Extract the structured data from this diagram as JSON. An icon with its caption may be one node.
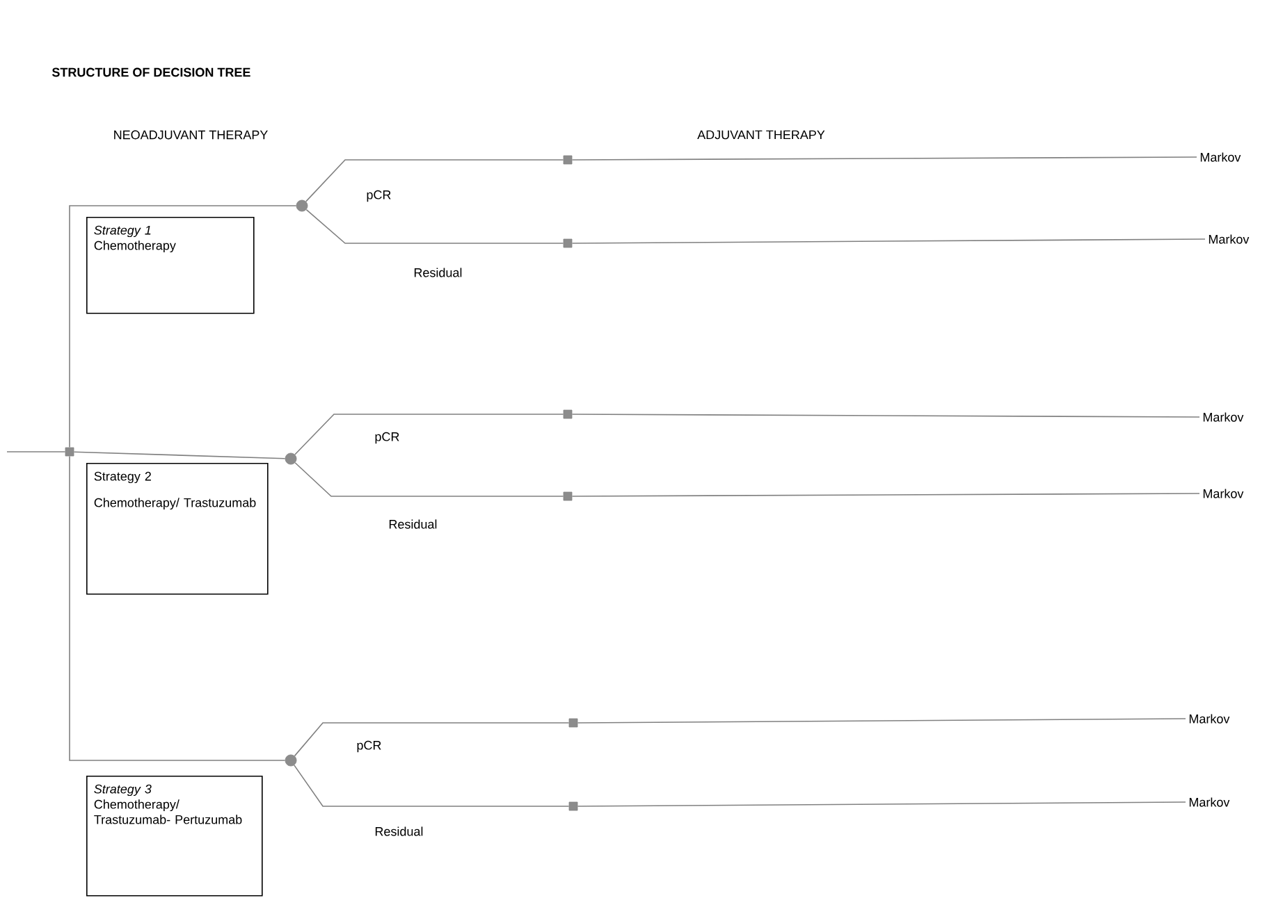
{
  "diagram": {
    "title": "STRUCTURE OF DECISION TREE",
    "nodes": [
      {
        "text": [],
        "shape": "box"
      },
      {
        "text": [
          "Strategy 1",
          "Chemotherapy"
        ]
      },
      {
        "text": [],
        "shape": "circle"
      },
      {
        "text": [
          "Strategy 2",
          "Chemotherapy/ Trastuzumab"
        ]
      },
      {
        "text": [],
        "shape": "circle"
      },
      {
        "text": [
          "Strategy 3",
          "Chemotherapy/ Trastuzumab- Pertuzumab"
        ]
      },
      {
        "text": [],
        "shape": "circle"
      },
      {
        "text": [],
        "shape": "box"
      },
      {
        "text": [],
        "shape": "box"
      },
      {
        "text": [],
        "shape": "box"
      },
      {
        "text": [],
        "shape": "box"
      },
      {
        "text": [],
        "shape": "box"
      },
      {
        "text": [],
        "shape": "box"
      },
      {
        "text": [
          "Markov"
        ]
      },
      {
        "text": [
          "Markov"
        ]
      },
      {
        "text": [
          "Markov"
        ]
      },
      {
        "text": [
          "Markov"
        ]
      },
      {
        "text": [
          "Markov"
        ]
      },
      {
        "text": [
          "Markov"
        ]
      }
    ],
    "edges": [
      {
        "from": null,
        "to": 0,
        "arrow": "none"
      },
      {
        "from": 0,
        "to": 2,
        "arrow": "none"
      },
      {
        "from": 0,
        "to": 4,
        "arrow": "none"
      },
      {
        "from": 0,
        "to": 6,
        "arrow": "none"
      },
      {
        "from": 2,
        "to": 7,
        "arrow": "none",
        "label": "pCR"
      },
      {
        "from": 2,
        "to": 8,
        "arrow": "none",
        "label": "Residual"
      },
      {
        "from": 4,
        "to": 9,
        "arrow": "none",
        "label": "pCR"
      },
      {
        "from": 4,
        "to": 10,
        "arrow": "none",
        "label": "Residual"
      },
      {
        "from": 6,
        "to": 11,
        "arrow": "none",
        "label": "pCR"
      },
      {
        "from": 6,
        "to": 12,
        "arrow": "none",
        "label": "Residual"
      },
      {
        "from": 7,
        "to": 13,
        "arrow": "none"
      },
      {
        "from": 8,
        "to": 14,
        "arrow": "none"
      },
      {
        "from": 9,
        "to": 15,
        "arrow": "none"
      },
      {
        "from": 10,
        "to": 16,
        "arrow": "none"
      },
      {
        "from": 11,
        "to": 17,
        "arrow": "none"
      },
      {
        "from": 12,
        "to": 18,
        "arrow": "none"
      }
    ],
    "labels": [
      "NEOADJUVANT THERAPY",
      "ADJUVANT THERAPY"
    ]
  }
}
